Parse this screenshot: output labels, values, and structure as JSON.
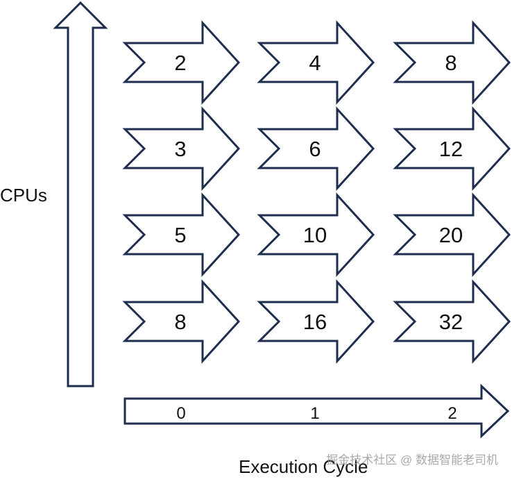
{
  "colors": {
    "stroke": "#1f2d4f",
    "fill": "#ffffff",
    "text": "#111111",
    "watermark": "#9a9a9a"
  },
  "labels": {
    "y_axis": "CPUs",
    "x_axis": "Execution Cycle"
  },
  "x_ticks": [
    "0",
    "1",
    "2"
  ],
  "grid": [
    [
      "2",
      "4",
      "8"
    ],
    [
      "3",
      "6",
      "12"
    ],
    [
      "5",
      "10",
      "20"
    ],
    [
      "8",
      "16",
      "32"
    ]
  ],
  "watermark": "掘金技术社区 @ 数据智能老司机"
}
